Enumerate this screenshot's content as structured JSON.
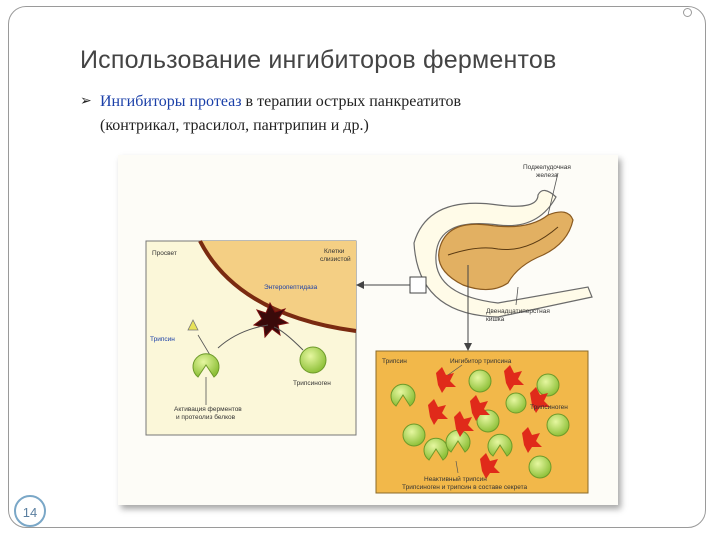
{
  "slide": {
    "title": "Использование ингибиторов ферментов",
    "bullet_highlight": "Ингибиторы протеаз",
    "bullet_rest_line1": " в терапии острых панкреатитов",
    "bullet_line2": "(контрикал, трасилол, пантрипин и др.)",
    "page_number": "14"
  },
  "figure": {
    "pancreas_label_1": "Поджелудочная",
    "pancreas_label_2": "железа",
    "duodenum_label_1": "Двенадцатиперстная",
    "duodenum_label_2": "кишка",
    "lumen_label": "Просвет",
    "cells_label_1": "Клетки",
    "cells_label_2": "слизистой",
    "enteropeptidase_label": "Энтеропептидаза",
    "trypsin_left_label": "Трипсин",
    "trypsinogen_left_label": "Трипсиноген",
    "activation_label_1": "Активация ферментов",
    "activation_label_2": "и протеолиз белков",
    "trypsin_right_label": "Трипсин",
    "inhibitor_label": "Ингибитор трипсина",
    "trypsinogen_right_label": "Трипсиноген",
    "inactive_label": "Неактивный трипсин",
    "bottom_label": "Трипсиноген и трипсин в составе секрета"
  }
}
